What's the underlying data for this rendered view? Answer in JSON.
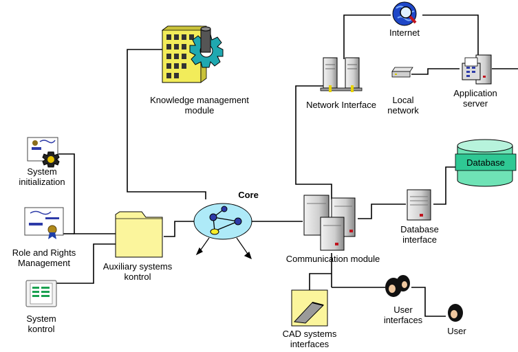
{
  "nodes": {
    "internet": {
      "label": "Internet",
      "icon": "globe-magnifier-icon"
    },
    "knowledge": {
      "line1": "Knowledge management",
      "line2": "module",
      "icon": "building-gear-icon"
    },
    "network_interface": {
      "label": "Network Interface",
      "icon": "server-pair-icon"
    },
    "local_network": {
      "line1": "Local",
      "line2": "network",
      "icon": "hub-icon"
    },
    "app_server": {
      "line1": "Application",
      "line2": "server",
      "icon": "server-printer-icon"
    },
    "database": {
      "label": "Database",
      "icon": "database-cylinder-icon"
    },
    "db_interface": {
      "line1": "Database",
      "line2": "interface",
      "icon": "server-icon"
    },
    "sys_init": {
      "line1": "System",
      "line2": "initialization",
      "icon": "certificate-gear-icon"
    },
    "role_rights": {
      "line1": "Role and Rights",
      "line2": "Management",
      "icon": "certificate-icon"
    },
    "core": {
      "label": "Core",
      "icon": "network-graph-icon"
    },
    "auxiliary": {
      "line1": "Auxiliary systems",
      "line2": "kontrol",
      "icon": "folder-icon"
    },
    "communication": {
      "label": "Communication module",
      "icon": "server-cluster-icon"
    },
    "system_kontrol": {
      "line1": "System",
      "line2": "kontrol",
      "icon": "document-icon"
    },
    "cad": {
      "line1": "CAD systems",
      "line2": "interfaces",
      "icon": "scanner-icon"
    },
    "user_interfaces": {
      "line1": "User",
      "line2": "interfaces",
      "icon": "user-group-icon"
    },
    "user": {
      "label": "User",
      "icon": "user-icon"
    }
  },
  "colors": {
    "line": "#000000",
    "building": "#f2ec5a",
    "gear": "#1fa8b0",
    "database_fill": "#6fe3b6",
    "folder_fill": "#fbf59c",
    "core_fill": "#aeeaf8",
    "server_gray": "#c8c8c8",
    "globe_blue": "#1f47c7"
  }
}
